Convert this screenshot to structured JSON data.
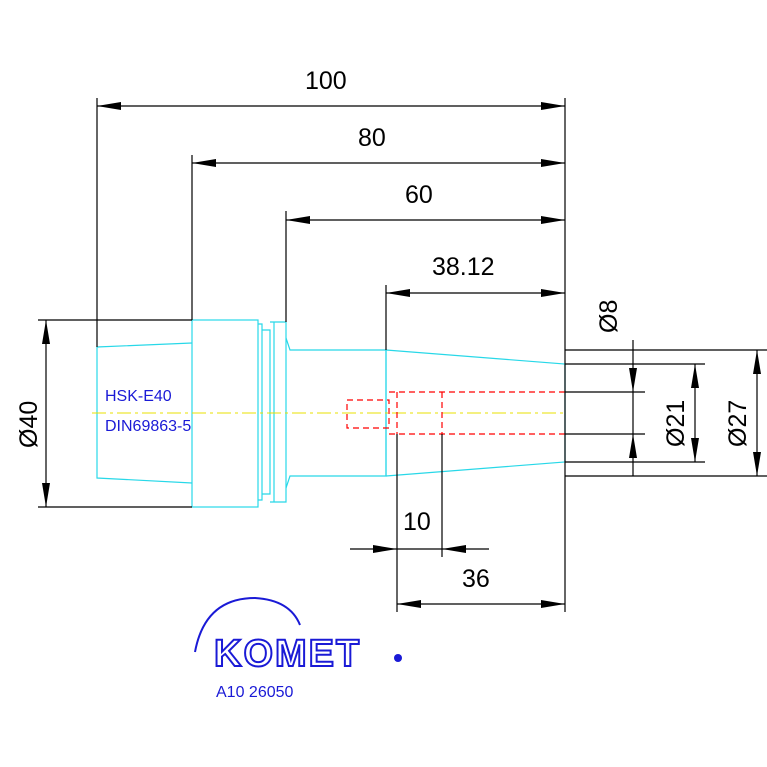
{
  "dimensions": {
    "len_100": "100",
    "len_80": "80",
    "len_60": "60",
    "len_38": "38.12",
    "dia_8": "Ø8",
    "dia_21": "Ø21",
    "dia_27": "Ø27",
    "dia_40": "Ø40",
    "len_10": "10",
    "len_36": "36"
  },
  "labels": {
    "interface": "HSK-E40",
    "standard": "DIN69863-5"
  },
  "logo": {
    "brand": "KOMET",
    "article_no": "A10 26050"
  },
  "colors": {
    "part_outline": "#28d8e8",
    "hidden_lines": "#ff0000",
    "center_line": "#e8e000",
    "dimensions": "#000000",
    "text_blue": "#1a1ad6"
  }
}
